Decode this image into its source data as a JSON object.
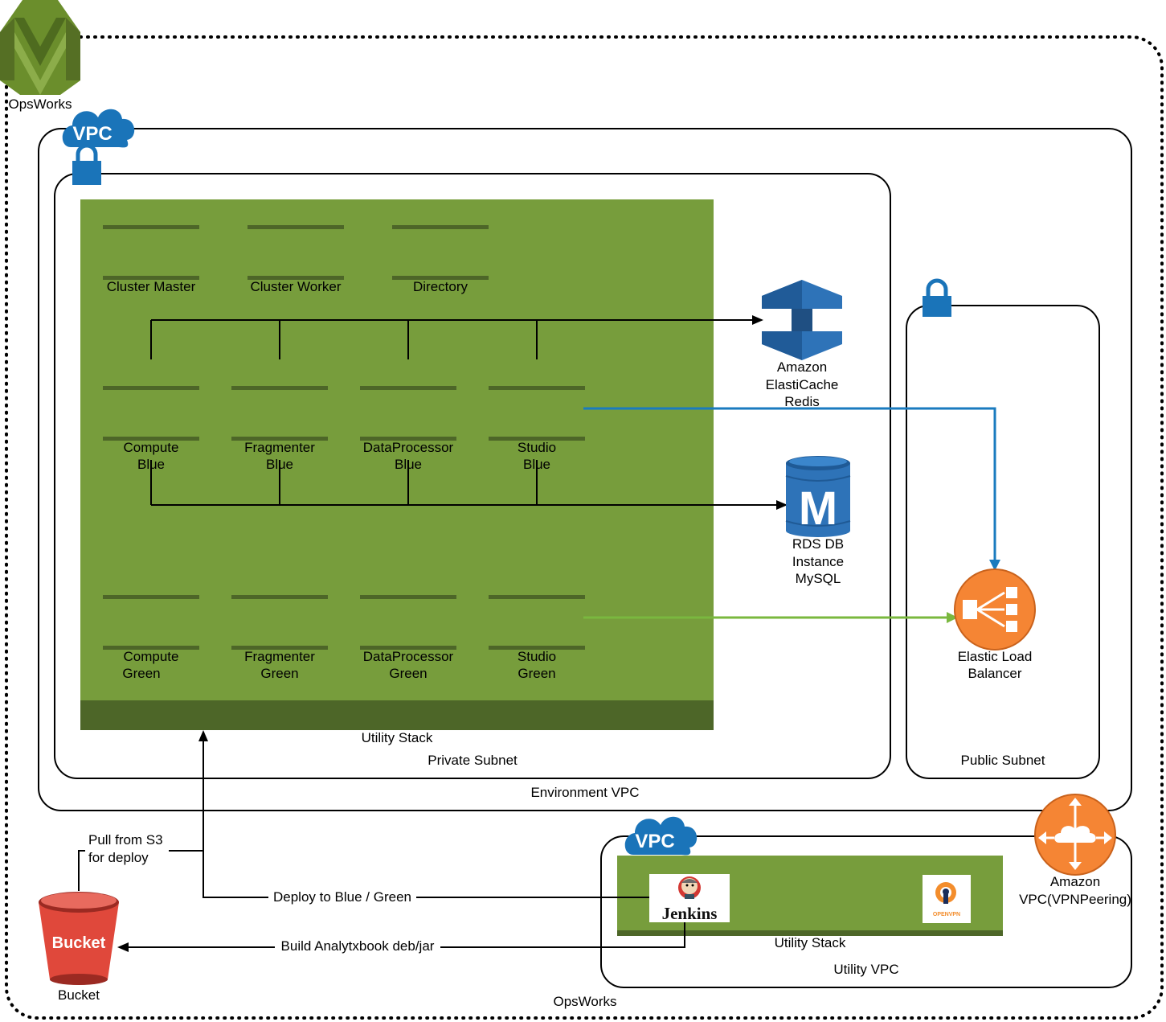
{
  "title": "OpsWorks",
  "outer": {
    "label": "OpsWorks",
    "icon": "opsworks-icon",
    "icon_label": "OpsWorks"
  },
  "environment_vpc": {
    "label": "Environment VPC",
    "badge": "VPC"
  },
  "private_subnet": {
    "label": "Private Subnet",
    "stack": {
      "label": "Utility Stack",
      "row1": [
        "Cluster Master",
        "Cluster Worker",
        "Directory"
      ],
      "blue": [
        {
          "line1": "Compute",
          "line2": "Blue"
        },
        {
          "line1": "Fragmenter",
          "line2": "Blue"
        },
        {
          "line1": "DataProcessor",
          "line2": "Blue"
        },
        {
          "line1": "Studio",
          "line2": "Blue"
        }
      ],
      "green": [
        {
          "line1": "Compute",
          "line2": "Green"
        },
        {
          "line1": "Fragmenter",
          "line2": "Green"
        },
        {
          "line1": "DataProcessor",
          "line2": "Green"
        },
        {
          "line1": "Studio",
          "line2": "Green"
        }
      ]
    }
  },
  "elasticache": {
    "icon": "elasticache-icon",
    "lines": [
      "Amazon",
      "ElastiCache",
      "Redis"
    ]
  },
  "rds": {
    "icon": "rds-mysql-icon",
    "glyph": "M",
    "lines": [
      "RDS DB",
      "Instance",
      "MySQL"
    ]
  },
  "public_subnet": {
    "label": "Public Subnet"
  },
  "elb": {
    "icon": "elb-icon",
    "lines": [
      "Elastic Load",
      "Balancer"
    ]
  },
  "vpc_peering": {
    "icon": "vpc-router-icon",
    "lines": [
      "Amazon",
      "VPC(VPNPeering)"
    ]
  },
  "utility_vpc": {
    "label": "Utility VPC",
    "badge": "VPC",
    "stack_label": "Utility Stack",
    "jenkins": {
      "icon": "jenkins-icon",
      "label": "Jenkins"
    },
    "openvpn": {
      "icon": "openvpn-icon",
      "label": "OPENVPN"
    }
  },
  "bucket": {
    "icon": "s3-bucket-icon",
    "inner": "Bucket",
    "label": "Bucket"
  },
  "edges": {
    "pull": [
      "Pull from S3",
      "for deploy"
    ],
    "deploy": "Deploy to Blue / Green",
    "build": "Build Analytxbook deb/jar"
  },
  "colors": {
    "stack_green": "#779d3c",
    "stack_dark": "#4d6628",
    "aws_blue": "#1a74b9",
    "blue_line": "#1a7bbf",
    "green_line": "#7ab83f",
    "elb_orange": "#f58534",
    "bucket_red": "#e0483b",
    "opsworks_green": "#6b8e2c"
  }
}
